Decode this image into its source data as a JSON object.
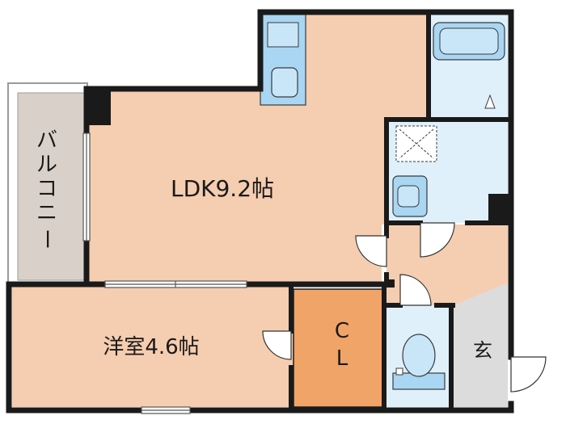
{
  "floorplan": {
    "rooms": {
      "ldk": "LDK9.2帖",
      "western_room": "洋室4.6帖",
      "closet_c": "C",
      "closet_l": "L",
      "balcony": [
        "バ",
        "ル",
        "コ",
        "ニ",
        "ー"
      ],
      "entrance": "玄"
    },
    "colors": {
      "wall": "#1a1a1a",
      "room_floor": "#f5cdb0",
      "wet_area": "#dff0fb",
      "fixture": "#a9d6f2",
      "closet": "#f0a467",
      "balcony": "#d9d1c9",
      "entrance_floor": "#dcdcdc"
    }
  }
}
